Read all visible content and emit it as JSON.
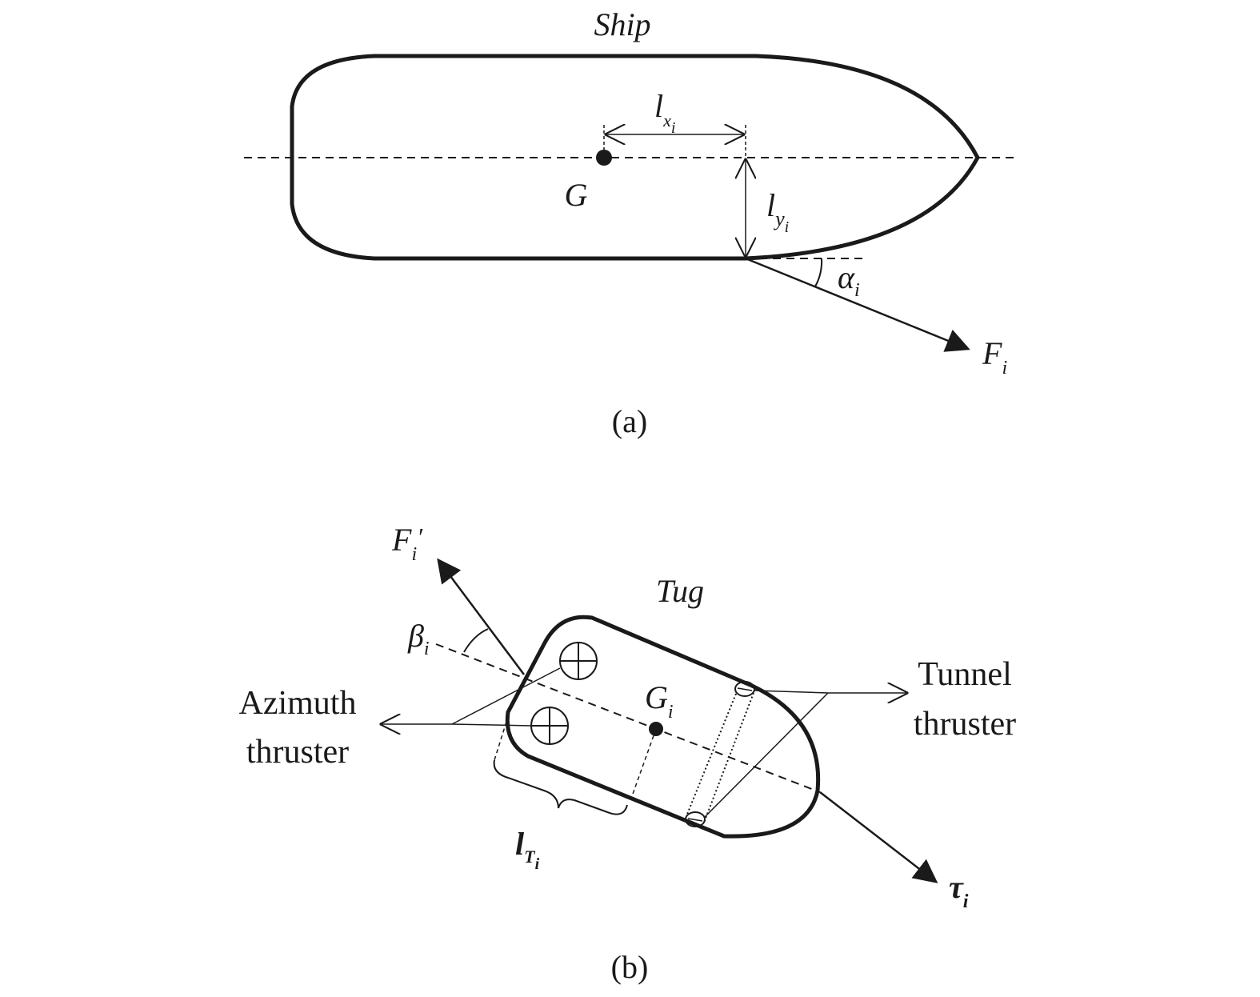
{
  "panel_a": {
    "title": "Ship",
    "caption": "(a)",
    "cog_label": "G",
    "lx_base": "l",
    "lx_sub": "x",
    "lx_subsub": "i",
    "ly_base": "l",
    "ly_sub": "y",
    "ly_subsub": "i",
    "alpha_base": "α",
    "alpha_sub": "i",
    "force_base": "F",
    "force_sub": "i"
  },
  "panel_b": {
    "title": "Tug",
    "caption": "(b)",
    "cog_base": "G",
    "cog_sub": "i",
    "force_base": "F",
    "force_sub": "i",
    "force_prime": "′",
    "beta_base": "β",
    "beta_sub": "i",
    "azimuth_line1": "Azimuth",
    "azimuth_line2": "thruster",
    "tunnel_line1": "Tunnel",
    "tunnel_line2": "thruster",
    "lt_base": "l",
    "lt_sub": "T",
    "lt_subsub": "i",
    "tau_base": "τ",
    "tau_sub": "i"
  },
  "colors": {
    "ink": "#1a1a1a"
  }
}
